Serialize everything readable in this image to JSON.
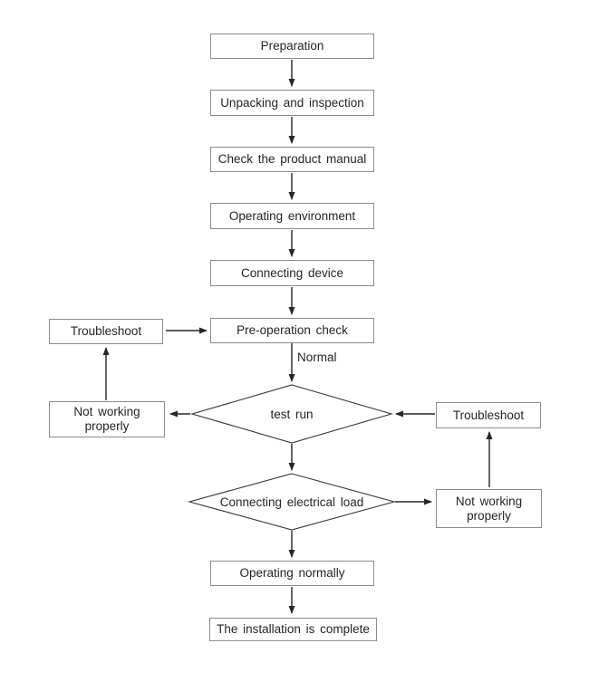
{
  "flowchart": {
    "nodes": {
      "preparation": "Preparation",
      "unpacking": "Unpacking and inspection",
      "check_manual": "Check the product manual",
      "operating_environment": "Operating environment",
      "connecting_device": "Connecting device",
      "pre_operation_check": "Pre-operation check",
      "troubleshoot_left": "Troubleshoot",
      "not_working_left": "Not working properly",
      "test_run": "test run",
      "troubleshoot_right": "Troubleshoot",
      "not_working_right": "Not working properly",
      "connecting_load": "Connecting electrical load",
      "operating_normally": "Operating normally",
      "installation_complete": "The installation is complete"
    },
    "edge_labels": {
      "normal": "Normal"
    },
    "colors": {
      "background": "#ffffff",
      "box_border": "#8c8c8c",
      "diamond_stroke": "#3c3734",
      "arrow": "#2b2523",
      "text": "#2a2424"
    }
  }
}
